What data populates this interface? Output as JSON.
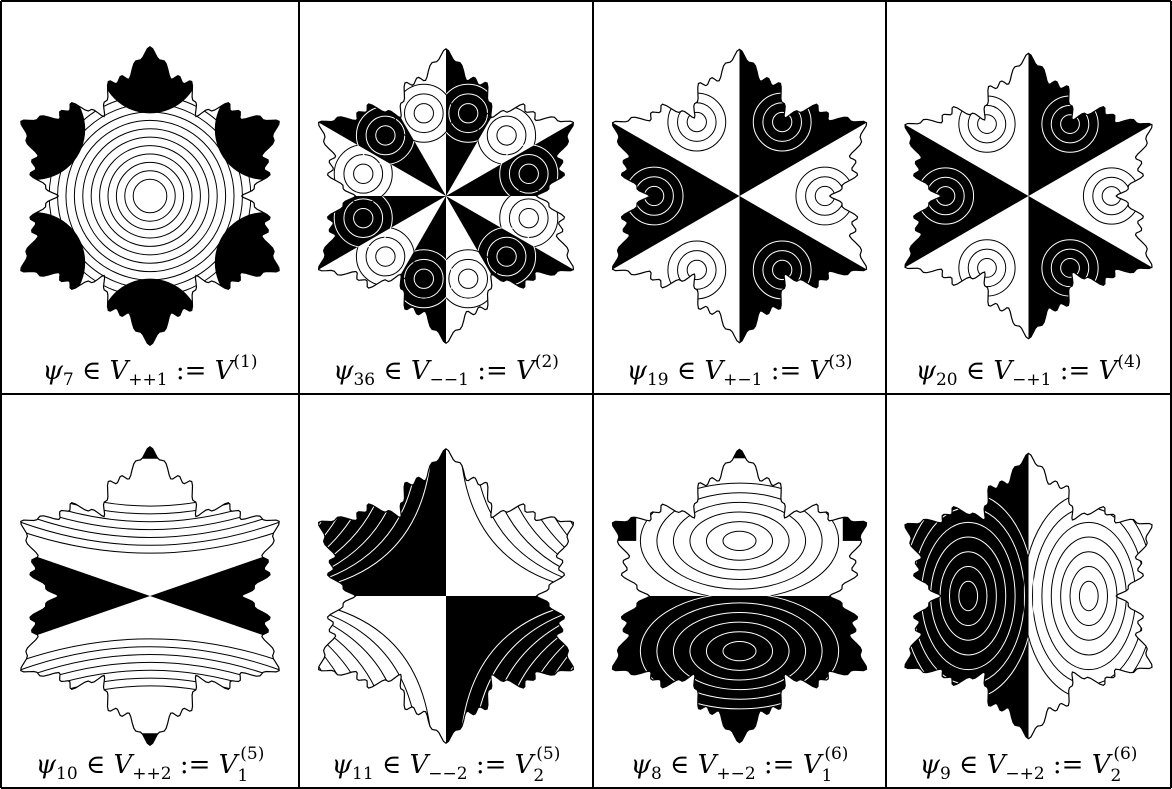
{
  "figure": {
    "panels": [
      {
        "symbol": "ψ",
        "index": "7",
        "member": "∈",
        "space": "V",
        "space_sub": "++1",
        "define": ":=",
        "rep": "V",
        "rep_sub": "",
        "rep_sup": "(1)",
        "pattern": "radial"
      },
      {
        "symbol": "ψ",
        "index": "36",
        "member": "∈",
        "space": "V",
        "space_sub": "−−1",
        "define": ":=",
        "rep": "V",
        "rep_sub": "",
        "rep_sup": "(2)",
        "pattern": "twelve-sector"
      },
      {
        "symbol": "ψ",
        "index": "19",
        "member": "∈",
        "space": "V",
        "space_sub": "+−1",
        "define": ":=",
        "rep": "V",
        "rep_sub": "",
        "rep_sup": "(3)",
        "pattern": "six-sector"
      },
      {
        "symbol": "ψ",
        "index": "20",
        "member": "∈",
        "space": "V",
        "space_sub": "−+1",
        "define": ":=",
        "rep": "V",
        "rep_sub": "",
        "rep_sup": "(4)",
        "pattern": "six-sector-rotated"
      },
      {
        "symbol": "ψ",
        "index": "10",
        "member": "∈",
        "space": "V",
        "space_sub": "++2",
        "define": ":=",
        "rep": "V",
        "rep_sub": "1",
        "rep_sup": "(5)",
        "pattern": "bowtie"
      },
      {
        "symbol": "ψ",
        "index": "11",
        "member": "∈",
        "space": "V",
        "space_sub": "−−2",
        "define": ":=",
        "rep": "V",
        "rep_sub": "2",
        "rep_sup": "(5)",
        "pattern": "quadrant"
      },
      {
        "symbol": "ψ",
        "index": "8",
        "member": "∈",
        "space": "V",
        "space_sub": "+−2",
        "define": ":=",
        "rep": "V",
        "rep_sub": "1",
        "rep_sup": "(6)",
        "pattern": "horizontal-split"
      },
      {
        "symbol": "ψ",
        "index": "9",
        "member": "∈",
        "space": "V",
        "space_sub": "−+2",
        "define": ":=",
        "rep": "V",
        "rep_sub": "2",
        "rep_sup": "(6)",
        "pattern": "vertical-split"
      }
    ]
  }
}
